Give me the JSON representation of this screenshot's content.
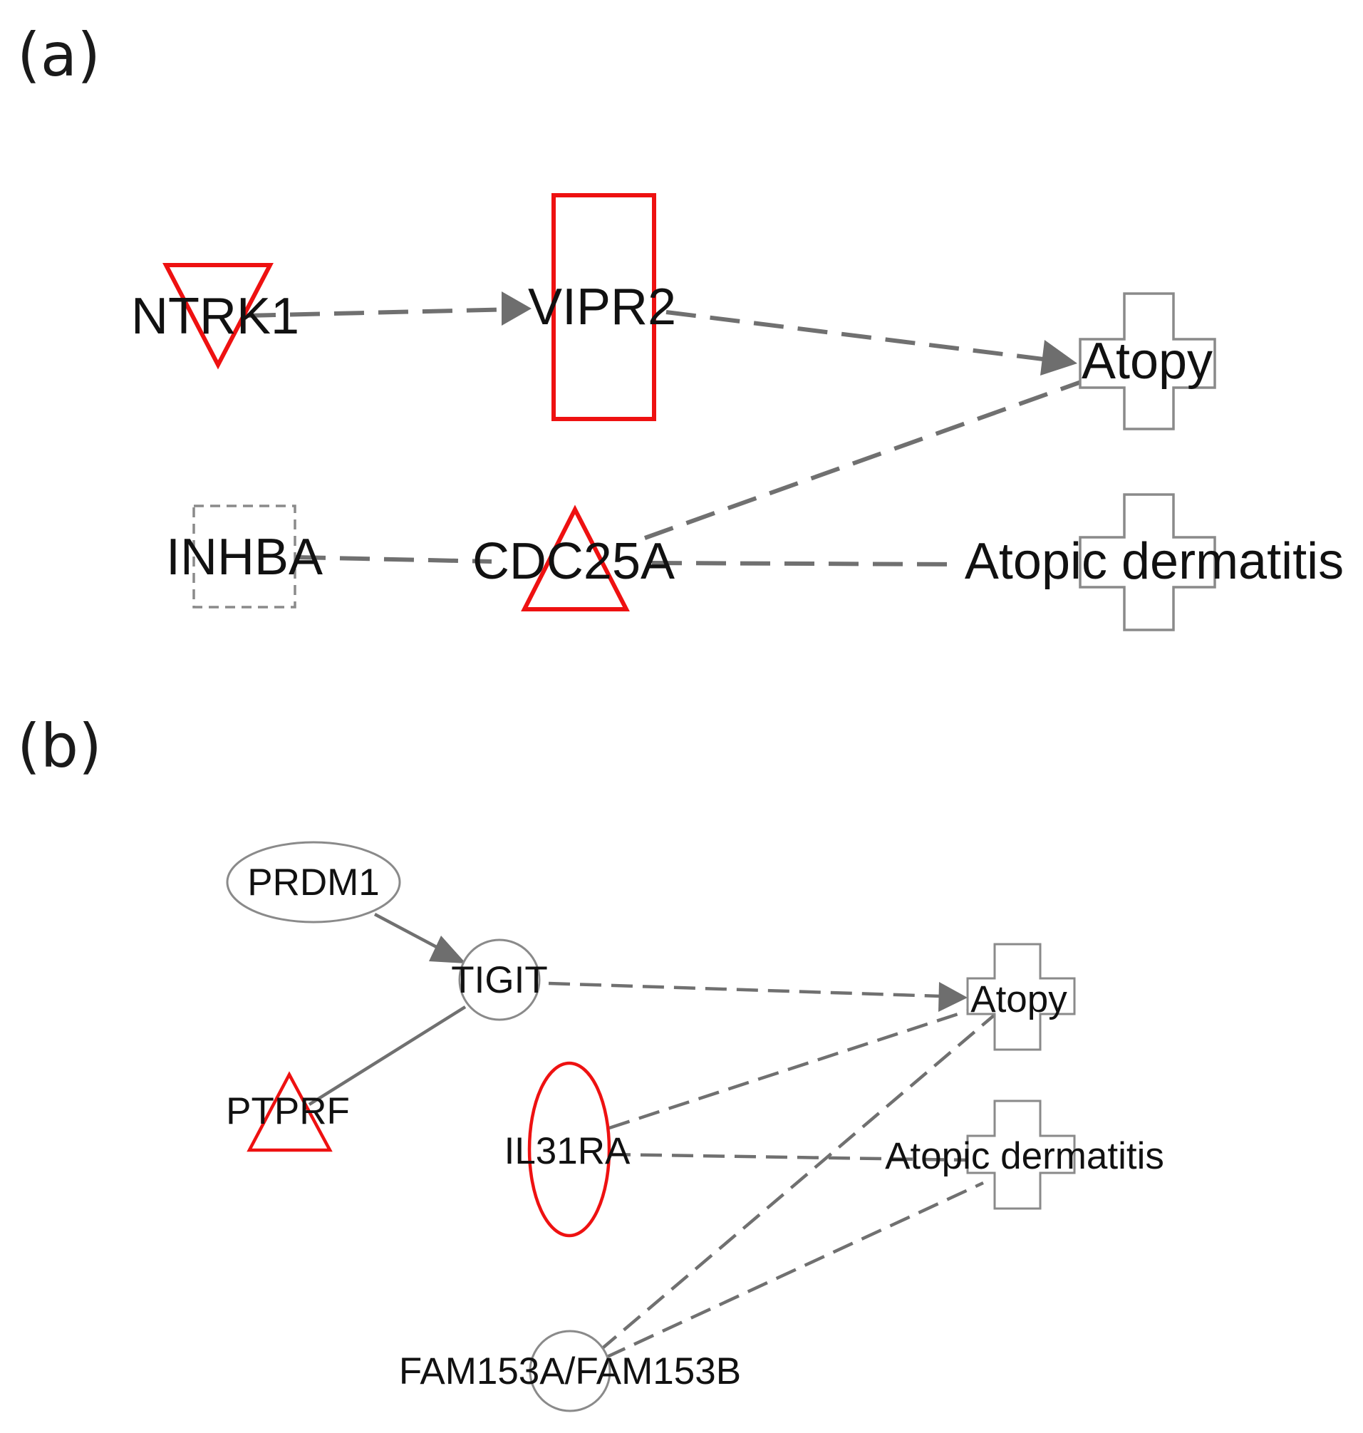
{
  "panels": {
    "a": {
      "label": "(a)",
      "nodes": {
        "ntrk1": "NTRK1",
        "vipr2": "VIPR2",
        "inhba": "INHBA",
        "cdc25a": "CDC25A",
        "atopy": "Atopy",
        "atopic_dermatitis": "Atopic dermatitis"
      }
    },
    "b": {
      "label": "(b)",
      "nodes": {
        "prdm1": "PRDM1",
        "tigit": "TIGIT",
        "ptprf": "PTPRF",
        "il31ra": "IL31RA",
        "fam153": "FAM153A/FAM153B",
        "atopy": "Atopy",
        "atopic_dermatitis": "Atopic dermatitis"
      }
    }
  },
  "colors": {
    "highlight": "#ee1111",
    "edge": "#707070",
    "neutral_outline": "#8a8a8a"
  }
}
